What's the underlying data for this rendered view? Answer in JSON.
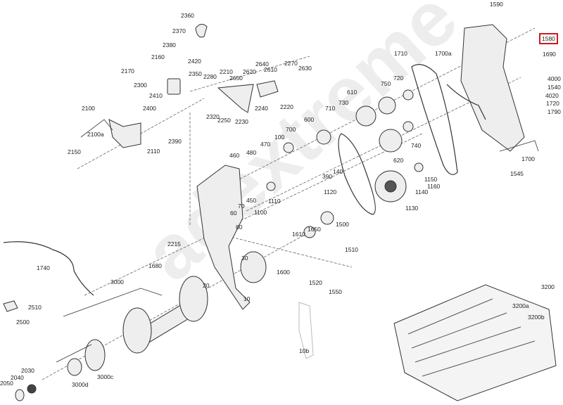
{
  "diagram": {
    "type": "exploded-parts-diagram",
    "highlighted_label": "1580",
    "highlight_color": "#d0191f",
    "labels": [
      "2360",
      "2370",
      "2380",
      "2160",
      "2420",
      "2170",
      "2350",
      "2300",
      "2210",
      "2280",
      "2650",
      "2620",
      "2640",
      "2610",
      "2270",
      "2630",
      "2410",
      "2100",
      "2400",
      "2240",
      "2220",
      "2320",
      "2250",
      "2230",
      "2100a",
      "2390",
      "2110",
      "2150",
      "600",
      "700",
      "100",
      "470",
      "460",
      "480",
      "1590",
      "1580",
      "1710",
      "1700a",
      "1690",
      "720",
      "750",
      "4000",
      "1540",
      "4020",
      "1720",
      "1790",
      "610",
      "730",
      "710",
      "740",
      "620",
      "1700",
      "1545",
      "1150",
      "1160",
      "1140",
      "140",
      "390",
      "1120",
      "1130",
      "450",
      "70",
      "60",
      "80",
      "1110",
      "1100",
      "1500",
      "1650",
      "1610",
      "1510",
      "2215",
      "30",
      "1600",
      "1520",
      "1550",
      "1740",
      "1680",
      "3000",
      "20",
      "10",
      "2510",
      "2500",
      "10b",
      "3000c",
      "3000d",
      "2030",
      "2040",
      "2050",
      "3200",
      "3200a",
      "3200b"
    ]
  }
}
